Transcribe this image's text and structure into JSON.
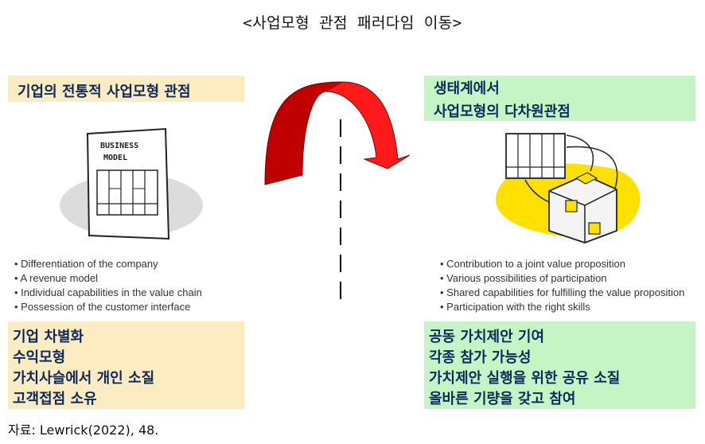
{
  "title": "<사업모형 관점 패러다임 이동>",
  "left": {
    "header": "기업의 전통적 사업모형 관점",
    "illustration_label_1": "BUSINESS",
    "illustration_label_2": "MODEL",
    "bullets": [
      "Differentiation of the company",
      "A revenue model",
      "Individual capabilities in the value chain",
      "Possession of the customer interface"
    ],
    "summary": [
      "기업 차별화",
      "수익모형",
      "가치사슬에서 개인 소질",
      "고객접점 소유"
    ]
  },
  "right": {
    "header_lines": [
      "생태계에서",
      "사업모형의 다차원관점"
    ],
    "bullets": [
      "Contribution to a joint value proposition",
      "Various possibilities of participation",
      "Shared capabilities for fulfilling the value proposition",
      "Participation with the right skills"
    ],
    "summary": [
      "공동 가치제안 기여",
      "각종 참가 가능성",
      "가치제안 실행을 위한 공유 소질",
      "올바른 기량을 갖고 참여"
    ]
  },
  "source": "자료: Lewrick(2022), 48.",
  "colors": {
    "left_box": "#fdebc2",
    "right_box": "#c5f5c5",
    "arrow_dark": "#c00000",
    "arrow_light": "#ff1a1a",
    "highlight_yellow": "#ffe000",
    "text_navy": "#0b2a5a"
  }
}
